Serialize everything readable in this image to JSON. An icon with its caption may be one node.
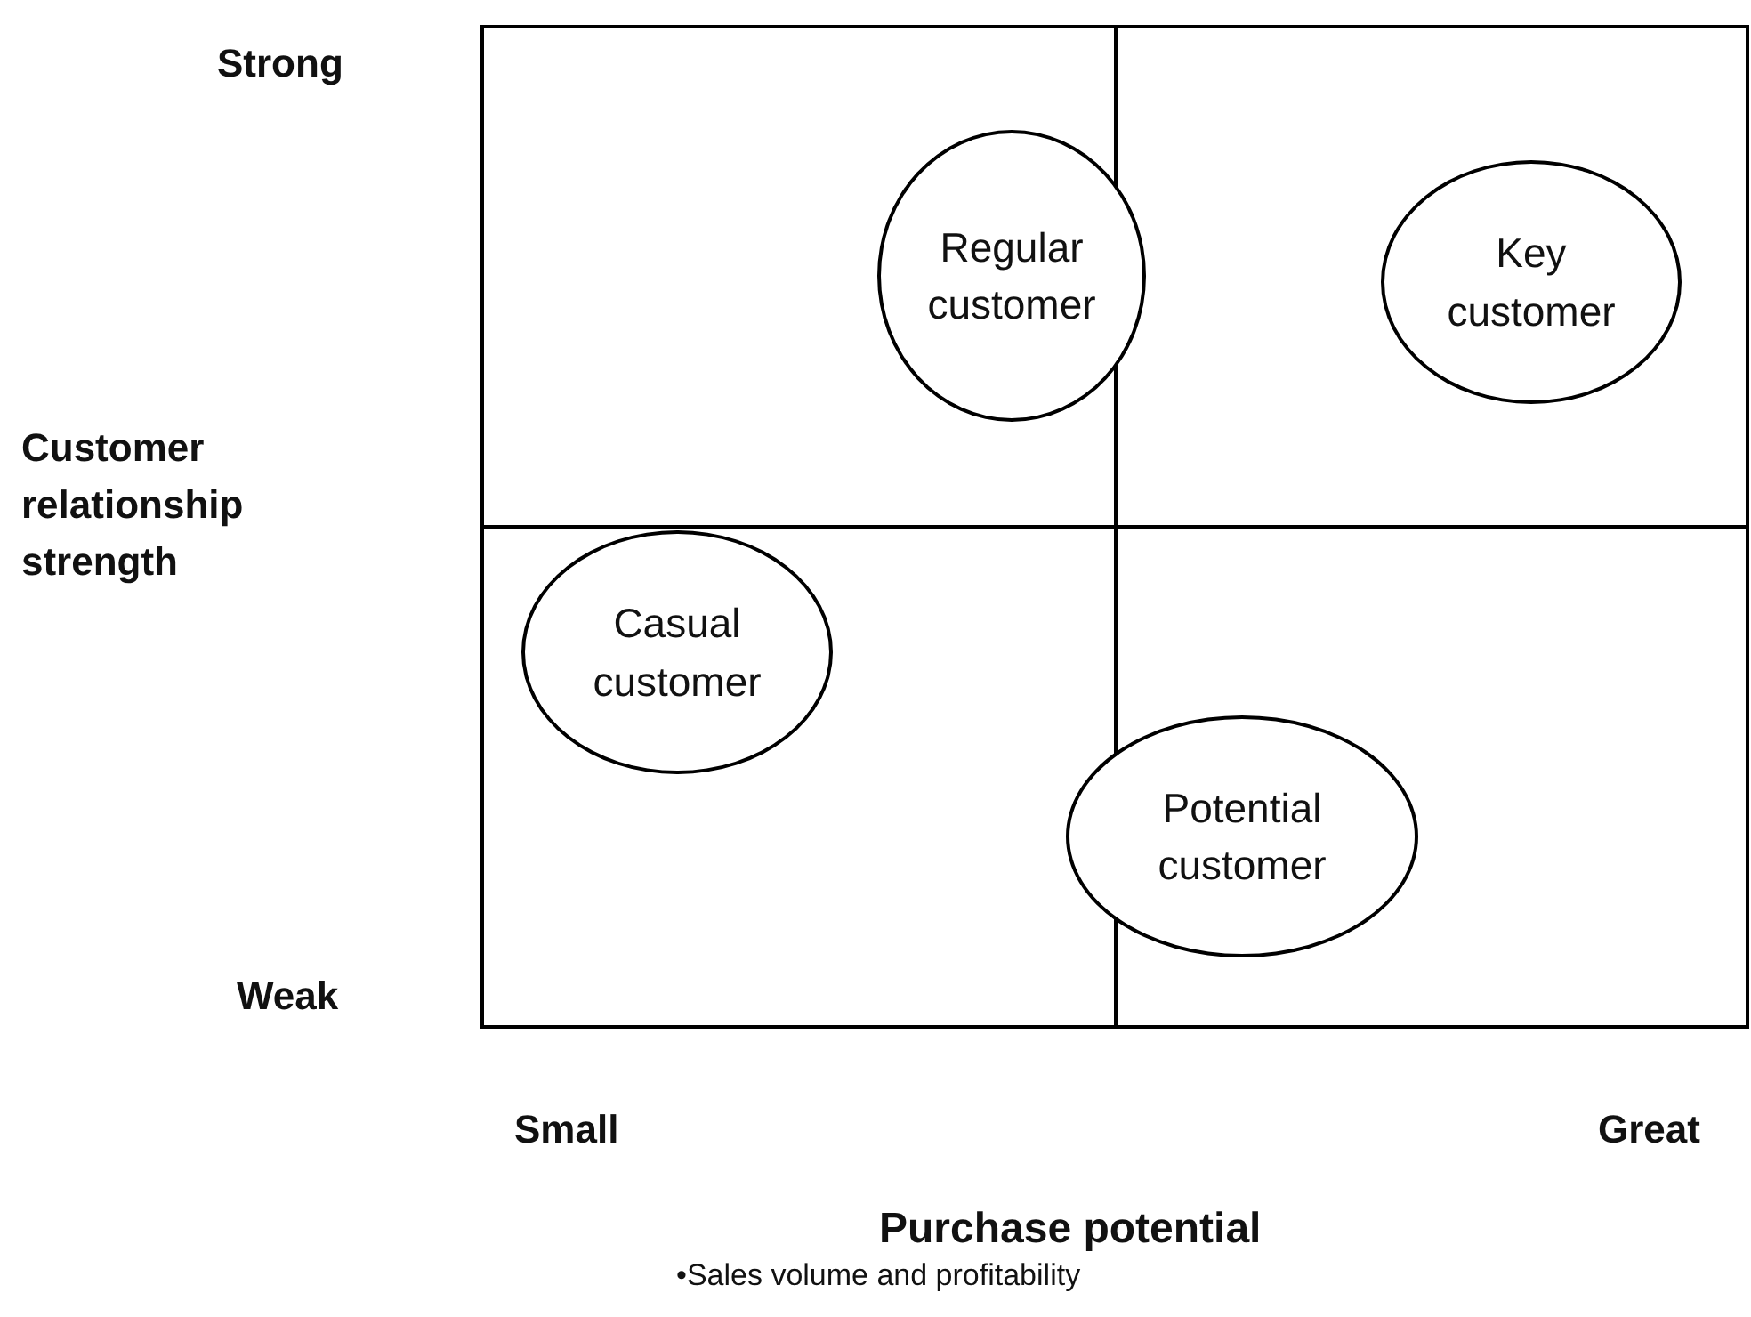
{
  "diagram": {
    "nodes": [
      {
        "text": [
          "Regular customer"
        ]
      },
      {
        "text": [
          "Key customer"
        ]
      },
      {
        "text": [
          "Casual customer"
        ]
      },
      {
        "text": [
          "Potential customer"
        ]
      }
    ],
    "labels": [
      "Strong",
      "Customer relationship strength",
      "Weak",
      "Small",
      "Great",
      "Purchase potential",
      "•Sales volume and profitability"
    ]
  }
}
